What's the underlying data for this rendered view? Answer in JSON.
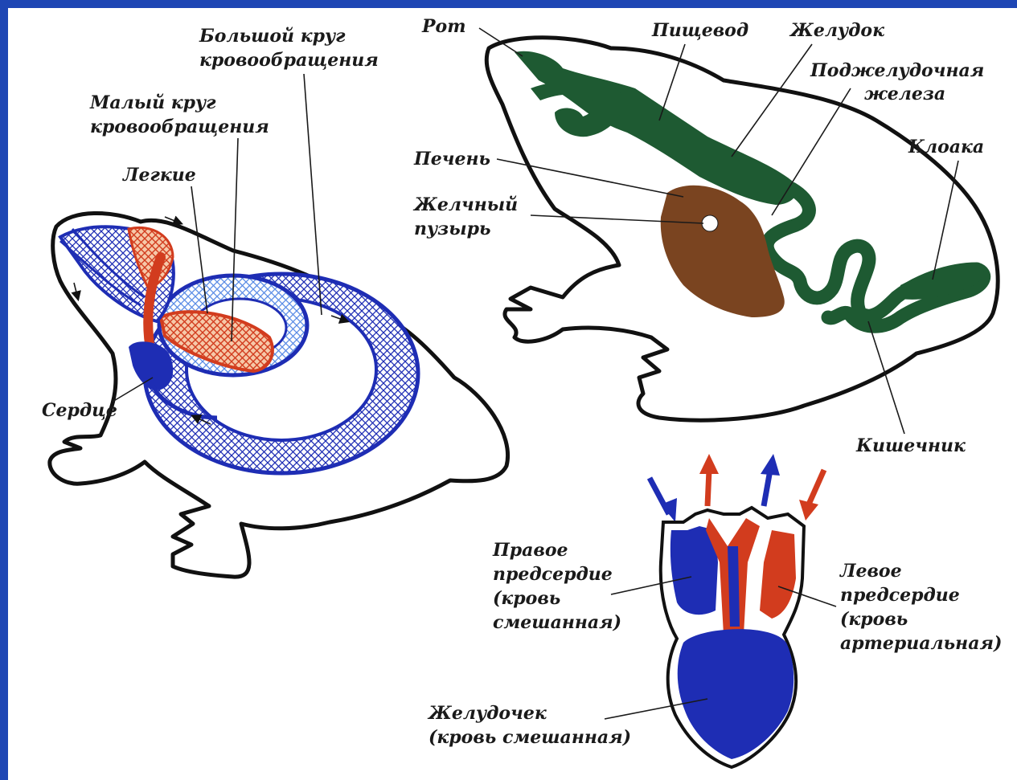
{
  "colors": {
    "frame": "#1e46b4",
    "venous": "#1e2db4",
    "arterial": "#d23c1e",
    "capillary_light": "#5a8ce6",
    "digestive": "#1e5a32",
    "liver": "#7a4420",
    "background": "#ffffff"
  },
  "circulation": {
    "labels": {
      "systemic": [
        "Большой круг",
        "кровообращения"
      ],
      "pulmonary": [
        "Малый круг",
        "кровообращения"
      ],
      "lungs": "Легкие",
      "heart": "Сердце"
    }
  },
  "digestion": {
    "labels": {
      "mouth": "Рот",
      "esophagus": "Пищевод",
      "stomach": "Желудок",
      "pancreas": [
        "Поджелудочная",
        "железа"
      ],
      "liver": "Печень",
      "gallbladder": [
        "Желчный",
        "пузырь"
      ],
      "cloaca": "Клоака",
      "intestine": "Кишечник"
    }
  },
  "heart_detail": {
    "labels": {
      "right_atrium": [
        "Правое",
        "предсердие",
        "(кровь",
        "смешанная)"
      ],
      "left_atrium": [
        "Левое",
        "предсердие",
        "(кровь",
        "артериальная)"
      ],
      "ventricle": [
        "Желудочек",
        "(кровь смешанная)"
      ]
    }
  }
}
